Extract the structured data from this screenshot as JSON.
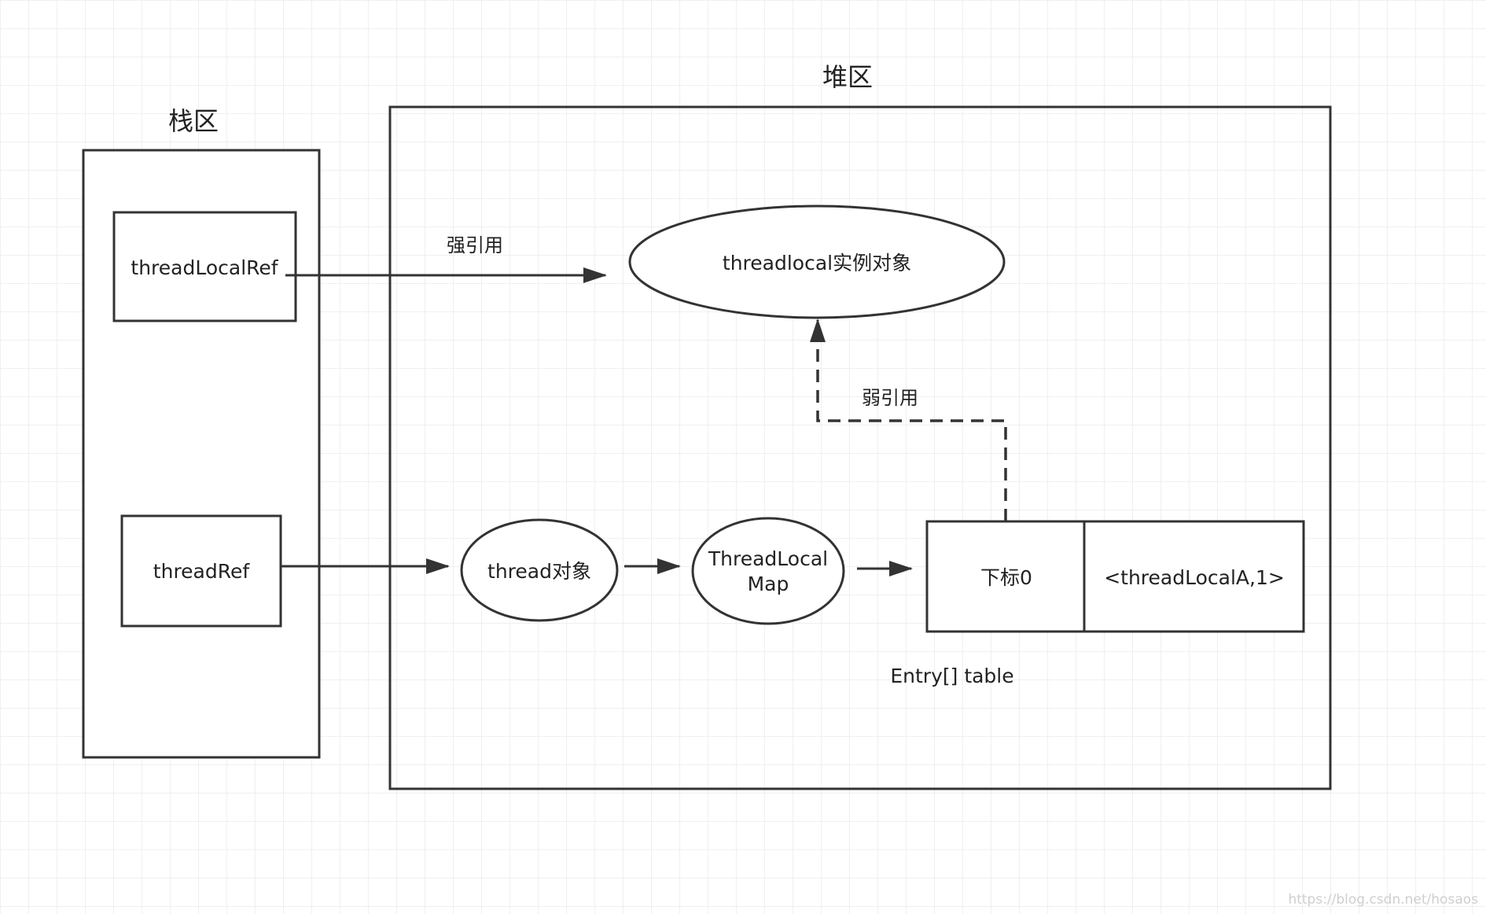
{
  "regions": {
    "stack": {
      "title": "栈区"
    },
    "heap": {
      "title": "堆区"
    }
  },
  "nodes": {
    "threadLocalRef": "threadLocalRef",
    "threadRef": "threadRef",
    "threadlocal_instance": "threadlocal实例对象",
    "thread_object": "thread对象",
    "threadlocalmap_line1": "ThreadLocal",
    "threadlocalmap_line2": "Map",
    "entry_index": "下标0",
    "entry_value": "<threadLocalA,1>",
    "entry_table_caption": "Entry[] table"
  },
  "edges": {
    "strong_ref_label": "强引用",
    "weak_ref_label": "弱引用"
  },
  "watermark": "https://blog.csdn.net/hosaos",
  "colors": {
    "stroke": "#333333",
    "grid": "#ececec",
    "text": "#222222"
  }
}
